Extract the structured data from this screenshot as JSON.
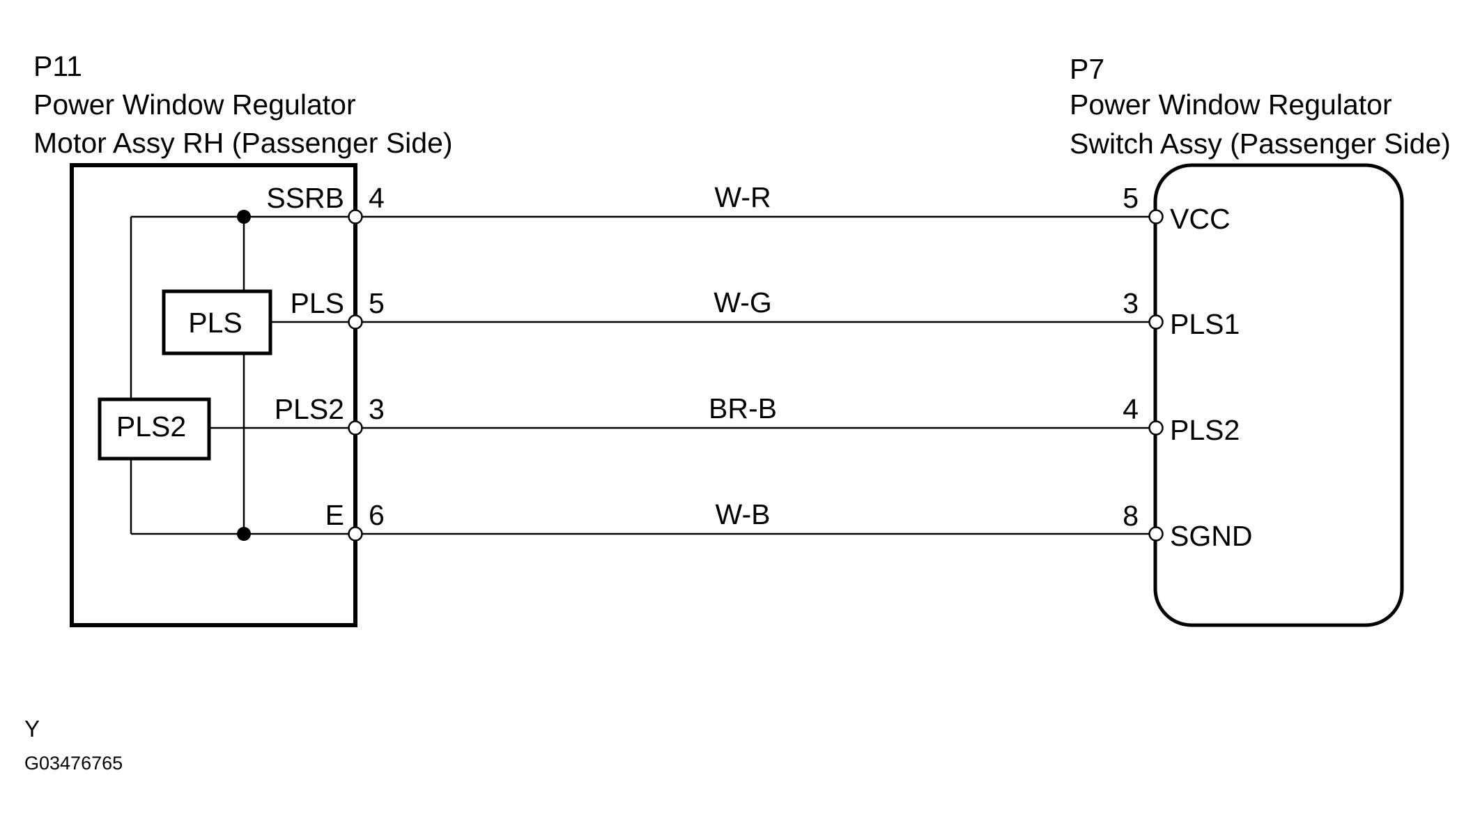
{
  "page": {
    "background_color": "#ffffff",
    "line_color": "#000000"
  },
  "left_connector": {
    "code": "P11",
    "title_line1": "Power Window Regulator",
    "title_line2": "Motor Assy RH (Passenger Side)",
    "pins": [
      {
        "name": "SSRB",
        "number": "4"
      },
      {
        "name": "PLS",
        "number": "5"
      },
      {
        "name": "PLS2",
        "number": "3"
      },
      {
        "name": "E",
        "number": "6"
      }
    ],
    "internal_components": [
      {
        "label": "PLS"
      },
      {
        "label": "PLS2"
      }
    ]
  },
  "right_connector": {
    "code": "P7",
    "title_line1": "Power Window Regulator",
    "title_line2": "Switch Assy (Passenger Side)",
    "pins": [
      {
        "number": "5",
        "name": "VCC"
      },
      {
        "number": "3",
        "name": "PLS1"
      },
      {
        "number": "4",
        "name": "PLS2"
      },
      {
        "number": "8",
        "name": "SGND"
      }
    ]
  },
  "wires": [
    {
      "label": "W-R",
      "from": "P11 pin 4 (SSRB)",
      "to": "P7 pin 5 (VCC)"
    },
    {
      "label": "W-G",
      "from": "P11 pin 5 (PLS)",
      "to": "P7 pin 3 (PLS1)"
    },
    {
      "label": "BR-B",
      "from": "P11 pin 3 (PLS2)",
      "to": "P7 pin 4 (PLS2)"
    },
    {
      "label": "W-B",
      "from": "P11 pin 6 (E)",
      "to": "P7 pin 8 (SGND)"
    }
  ],
  "footer": {
    "section_label": "Y",
    "figure_id": "G03476765"
  }
}
